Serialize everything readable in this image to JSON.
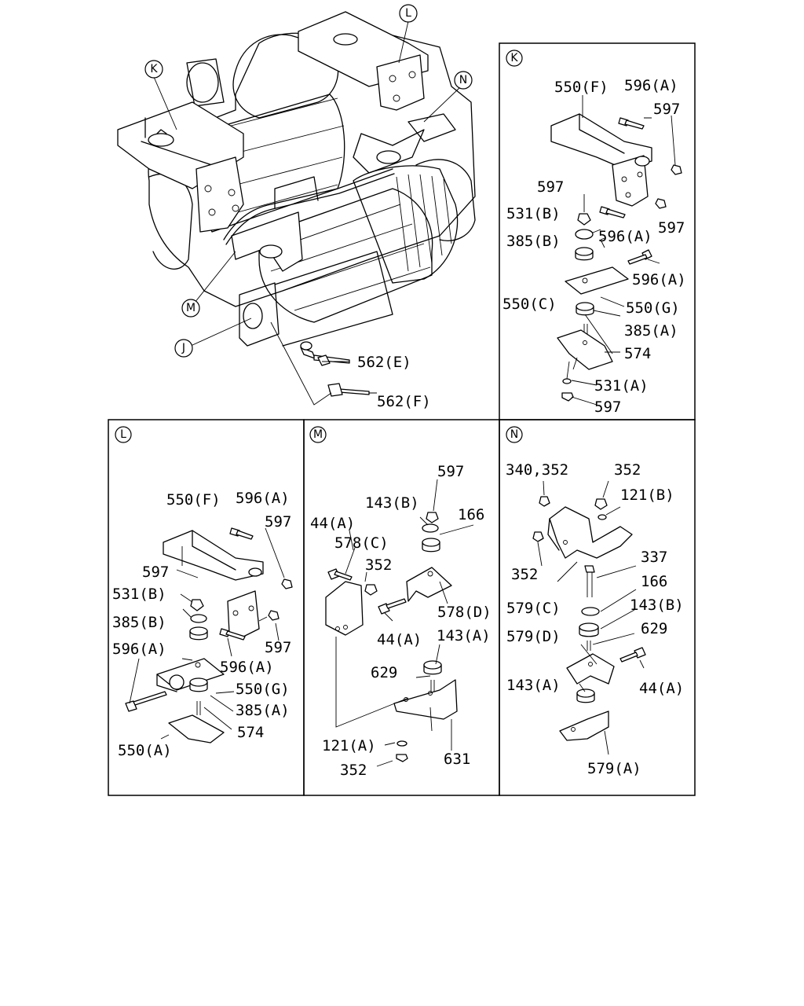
{
  "callouts": {
    "K": "K",
    "L": "L",
    "M": "M",
    "N": "N",
    "J": "J"
  },
  "overview": {
    "labels": {
      "p562e": "562(E)",
      "p562f": "562(F)"
    }
  },
  "panel_k": {
    "badge": "K",
    "labels": {
      "l550f": "550(F)",
      "l596a_top": "596(A)",
      "l597_top": "597",
      "l597_left": "597",
      "l531b": "531(B)",
      "l596a_mid": "596(A)",
      "l597_mid": "597",
      "l385b": "385(B)",
      "l596a_low": "596(A)",
      "l550c": "550(C)",
      "l550g": "550(G)",
      "l385a": "385(A)",
      "l574": "574",
      "l531a": "531(A)",
      "l597_bot": "597"
    }
  },
  "panel_l": {
    "badge": "L",
    "labels": {
      "l550f": "550(F)",
      "l596a_top": "596(A)",
      "l597_top": "597",
      "l597_left": "597",
      "l531b": "531(B)",
      "l385b": "385(B)",
      "l596a_left": "596(A)",
      "l597_right": "597",
      "l596a_mid": "596(A)",
      "l550g": "550(G)",
      "l385a": "385(A)",
      "l574": "574",
      "l550a": "550(A)"
    }
  },
  "panel_m": {
    "badge": "M",
    "labels": {
      "l597": "597",
      "l143b": "143(B)",
      "l166": "166",
      "l44a_top": "44(A)",
      "l578c": "578(C)",
      "l352_top": "352",
      "l578d": "578(D)",
      "l44a_mid": "44(A)",
      "l143a": "143(A)",
      "l629": "629",
      "l121a": "121(A)",
      "l631": "631",
      "l352_bot": "352"
    }
  },
  "panel_n": {
    "badge": "N",
    "labels": {
      "l340": "340,352",
      "l352_top": "352",
      "l121b": "121(B)",
      "l352_left": "352",
      "l337": "337",
      "l579c": "579(C)",
      "l166": "166",
      "l143b": "143(B)",
      "l629": "629",
      "l579d": "579(D)",
      "l44a": "44(A)",
      "l143a": "143(A)",
      "l579a": "579(A)"
    }
  }
}
